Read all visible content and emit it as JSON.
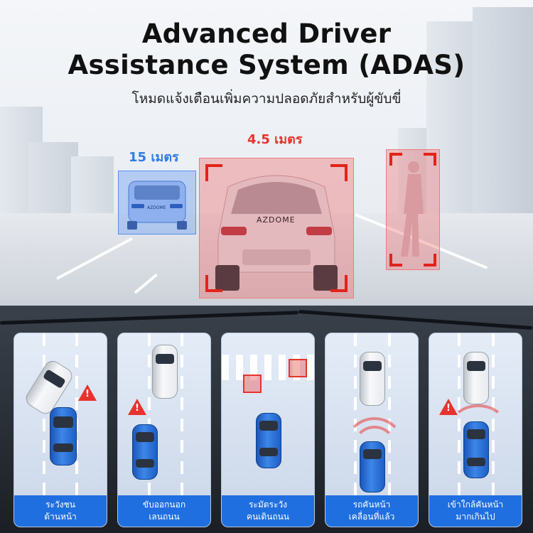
{
  "header": {
    "title_line1": "Advanced Driver",
    "title_line2": "Assistance System (ADAS)",
    "subtitle": "โหมดแจ้งเตือนเพิ่มความปลอดภัยสำหรับผู้ขับขี่"
  },
  "scene": {
    "distance_far": "15 เมตร",
    "distance_near": "4.5 เมตร",
    "brand_plate": "AZDOME",
    "brand_plate_far": "AZDOME"
  },
  "cards": [
    {
      "line1": "ระวังชน",
      "line2": "ด้านหน้า"
    },
    {
      "line1": "ขับออกนอก",
      "line2": "เลนถนน"
    },
    {
      "line1": "ระมัดระวัง",
      "line2": "คนเดินถนน"
    },
    {
      "line1": "รถคันหน้า",
      "line2": "เคลื่อนที่แล้ว"
    },
    {
      "line1": "เข้าใกล้คันหน้า",
      "line2": "มากเกินไป"
    }
  ],
  "colors": {
    "accent_blue": "#1f6fe0",
    "warning_red": "#e8322d",
    "distance_blue": "#2f7ee6"
  },
  "icons": [
    "warning-triangle-icon",
    "pedestrian-icon",
    "proximity-wave-icon"
  ]
}
